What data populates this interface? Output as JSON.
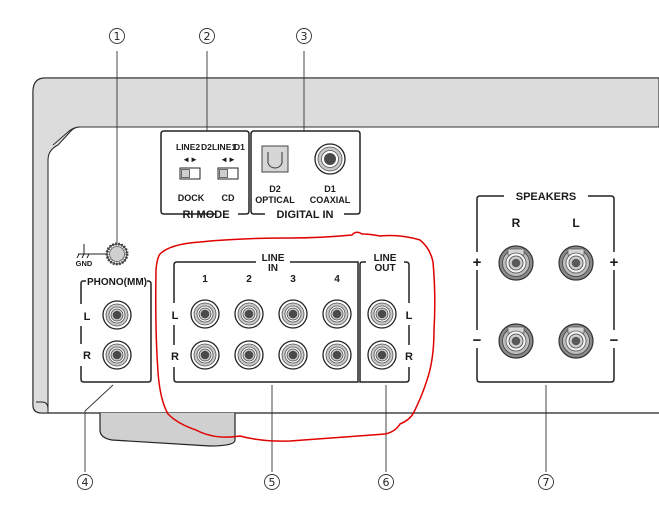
{
  "callouts": [
    "1",
    "2",
    "3",
    "4",
    "5",
    "6",
    "7"
  ],
  "ground": {
    "label": "GND"
  },
  "ri_mode": {
    "title": "RI MODE",
    "switches": [
      {
        "top_left": "LINE2",
        "top_right": "D2",
        "bottom": "DOCK"
      },
      {
        "top_left": "LINE1",
        "top_right": "D1",
        "bottom": "CD"
      }
    ],
    "arrows": "◄►"
  },
  "digital_in": {
    "title": "DIGITAL IN",
    "ports": [
      {
        "line1": "D2",
        "line2": "OPTICAL"
      },
      {
        "line1": "D1",
        "line2": "COAXIAL"
      }
    ]
  },
  "phono": {
    "title": "PHONO(MM)",
    "left": "L",
    "right": "R"
  },
  "line_in": {
    "title_line1": "LINE",
    "title_line2": "IN",
    "channels": [
      "1",
      "2",
      "3",
      "4"
    ],
    "left": "L",
    "right": "R"
  },
  "line_out": {
    "title_line1": "LINE",
    "title_line2": "OUT",
    "left": "L",
    "right": "R"
  },
  "speakers": {
    "title": "SPEAKERS",
    "right": "R",
    "left": "L",
    "plus": "+",
    "minus": "−"
  },
  "colors": {
    "panel_fill": "#dcdcdc",
    "outline": "#222222",
    "highlight": "#e00000"
  }
}
